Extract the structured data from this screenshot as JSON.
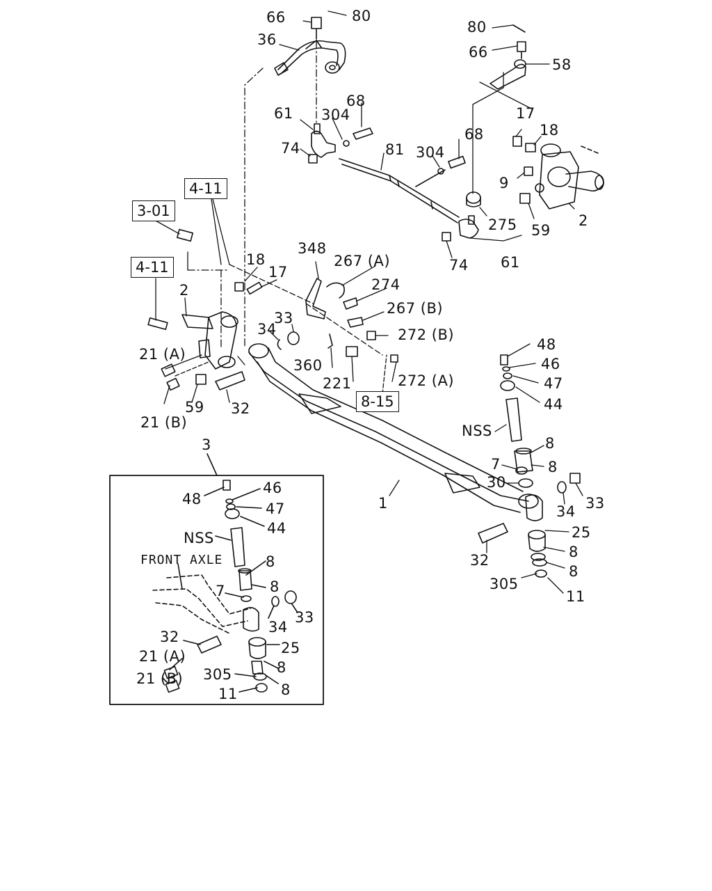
{
  "diagram": {
    "inset_caption": "FRONT AXLE",
    "section_refs": [
      "4-11",
      "3-01",
      "4-11",
      "8-15"
    ],
    "callouts": {
      "p80a": "80",
      "p66a": "66",
      "p36": "36",
      "p80b": "80",
      "p66b": "66",
      "p58": "58",
      "p61a": "61",
      "p304a": "304",
      "p68a": "68",
      "p74a": "74",
      "p81": "81",
      "p304b": "304",
      "p68b": "68",
      "p17a": "17",
      "p18a": "18",
      "p9": "9",
      "p59a": "59",
      "p2a": "2",
      "p275": "275",
      "p74b": "74",
      "p61b": "61",
      "p348": "348",
      "p267a": "267 (A)",
      "p274": "274",
      "p267b": "267 (B)",
      "p272b": "272 (B)",
      "p272a": "272 (A)",
      "p221": "221",
      "p360": "360",
      "p18b": "18",
      "p17b": "17",
      "p2b": "2",
      "p34a": "34",
      "p33a": "33",
      "p21a": "21 (A)",
      "p21b": "21 (B)",
      "p59b": "59",
      "p32a": "32",
      "p48a": "48",
      "p46a": "46",
      "p47a": "47",
      "p44a": "44",
      "pNSSa": "NSS",
      "p8a": "8",
      "p7a": "7",
      "p8b": "8",
      "p30": "30",
      "p1": "1",
      "p33b": "33",
      "p34b": "34",
      "p25a": "25",
      "p8c": "8",
      "p8d": "8",
      "p32b": "32",
      "p305a": "305",
      "p11a": "11",
      "p3": "3",
      "i48": "48",
      "i46": "46",
      "i47": "47",
      "i44": "44",
      "iNSS": "NSS",
      "i8a": "8",
      "i7": "7",
      "i8b": "8",
      "i33": "33",
      "i34": "34",
      "i32": "32",
      "i25": "25",
      "i21a": "21 (A)",
      "i21b": "21 (B)",
      "i305": "305",
      "i8c": "8",
      "i11": "11",
      "i8d": "8"
    }
  }
}
